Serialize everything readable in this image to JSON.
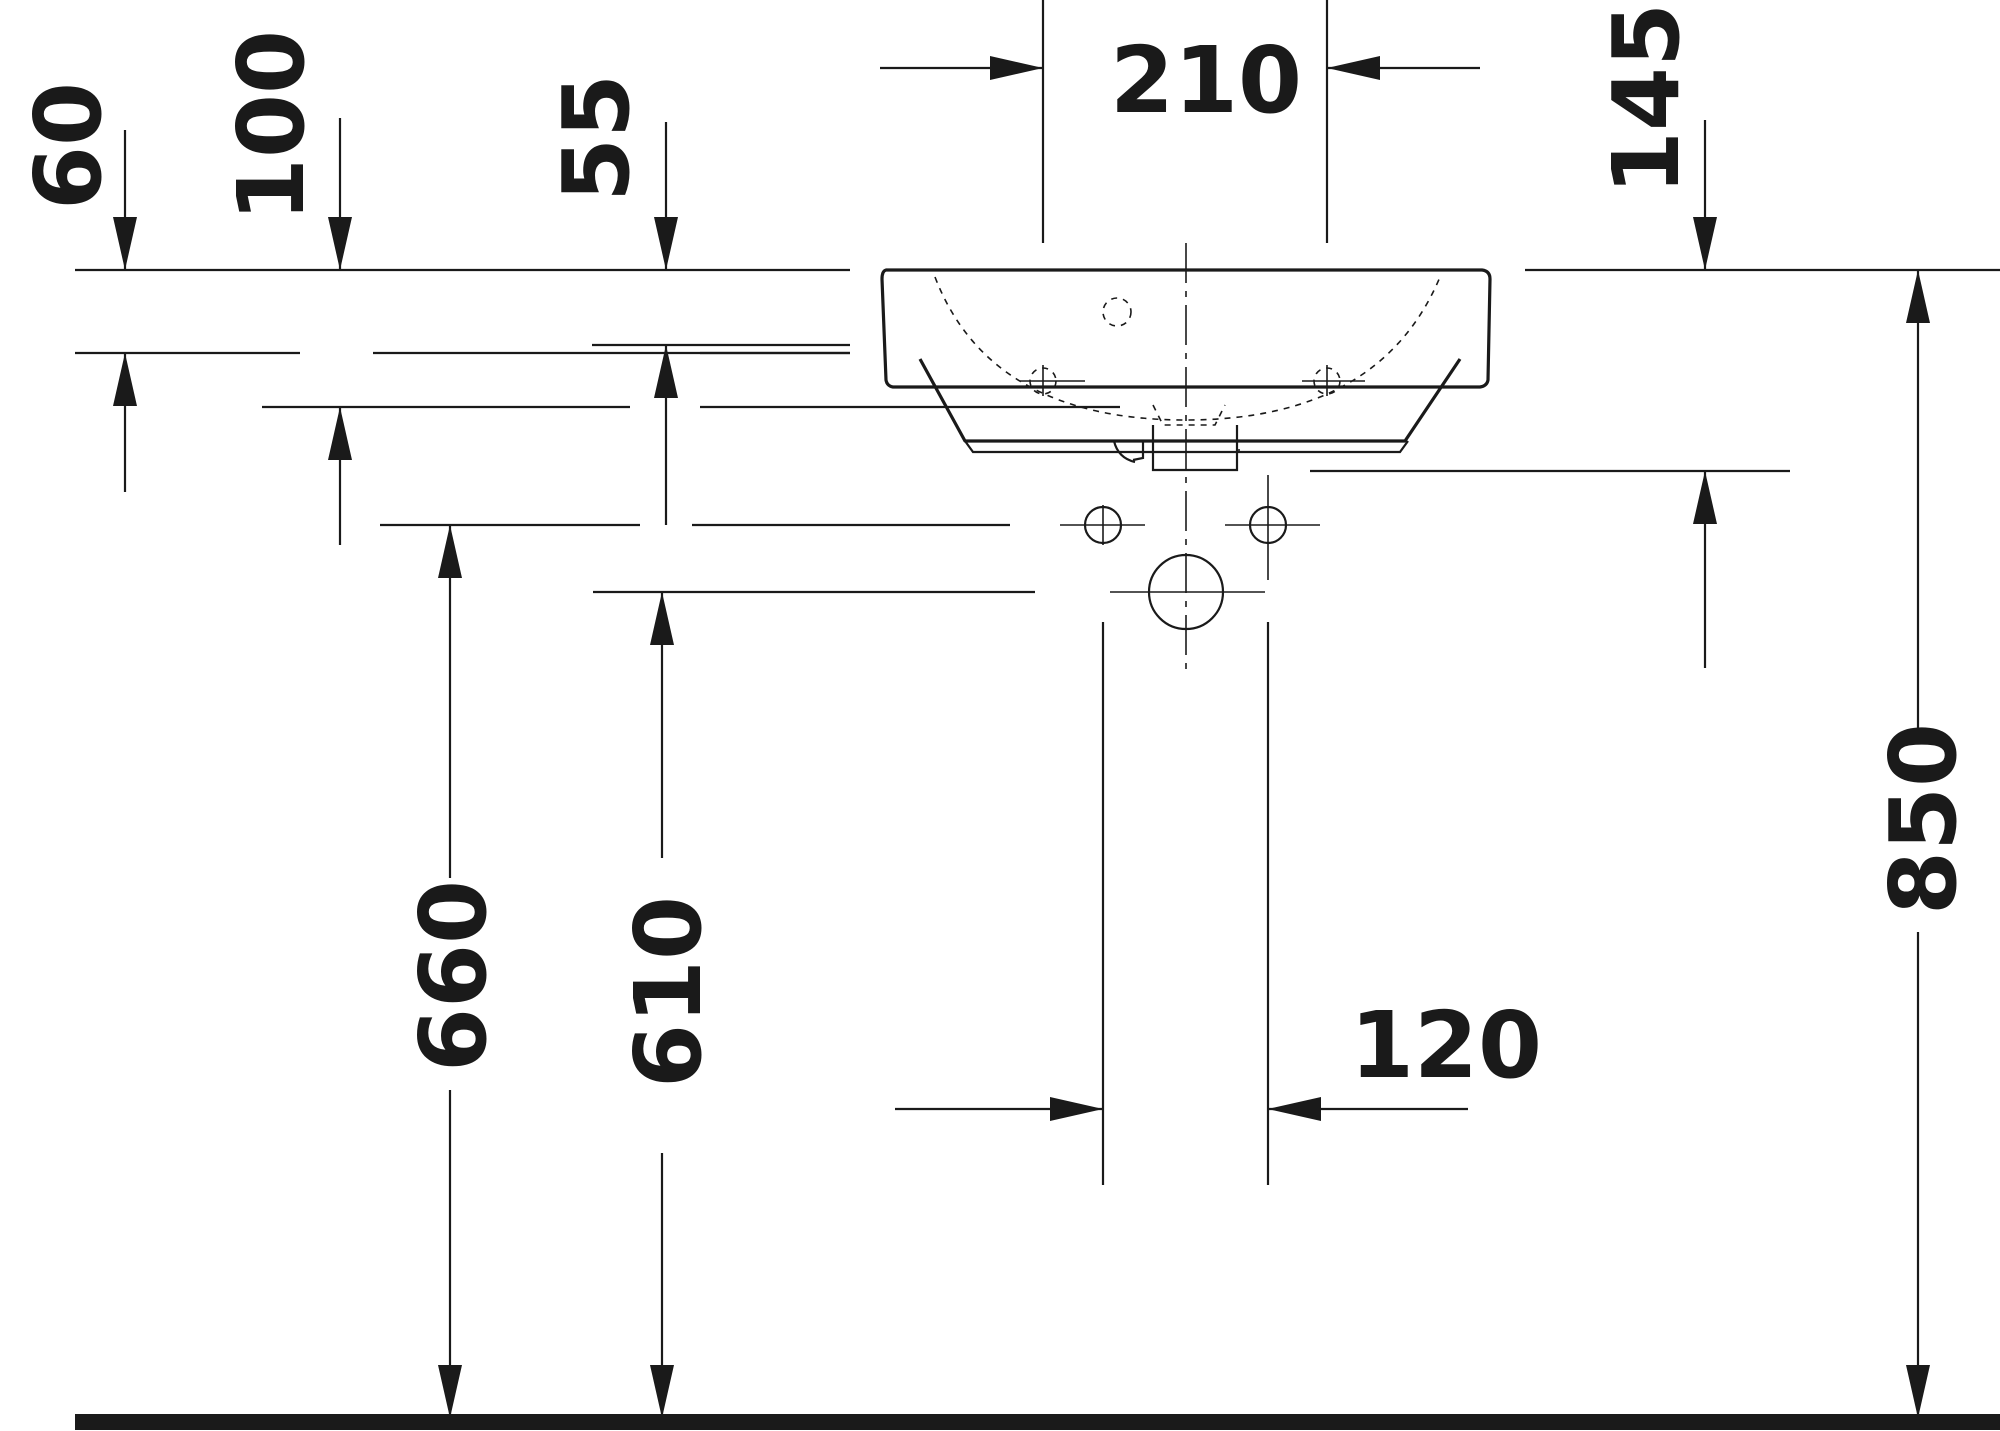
{
  "drawing": {
    "dimensions": {
      "top_width": "210",
      "depth_145": "145",
      "depth_60": "60",
      "depth_100": "100",
      "depth_55": "55",
      "height_660": "660",
      "height_610": "610",
      "spacing_120": "120",
      "height_850": "850"
    }
  }
}
